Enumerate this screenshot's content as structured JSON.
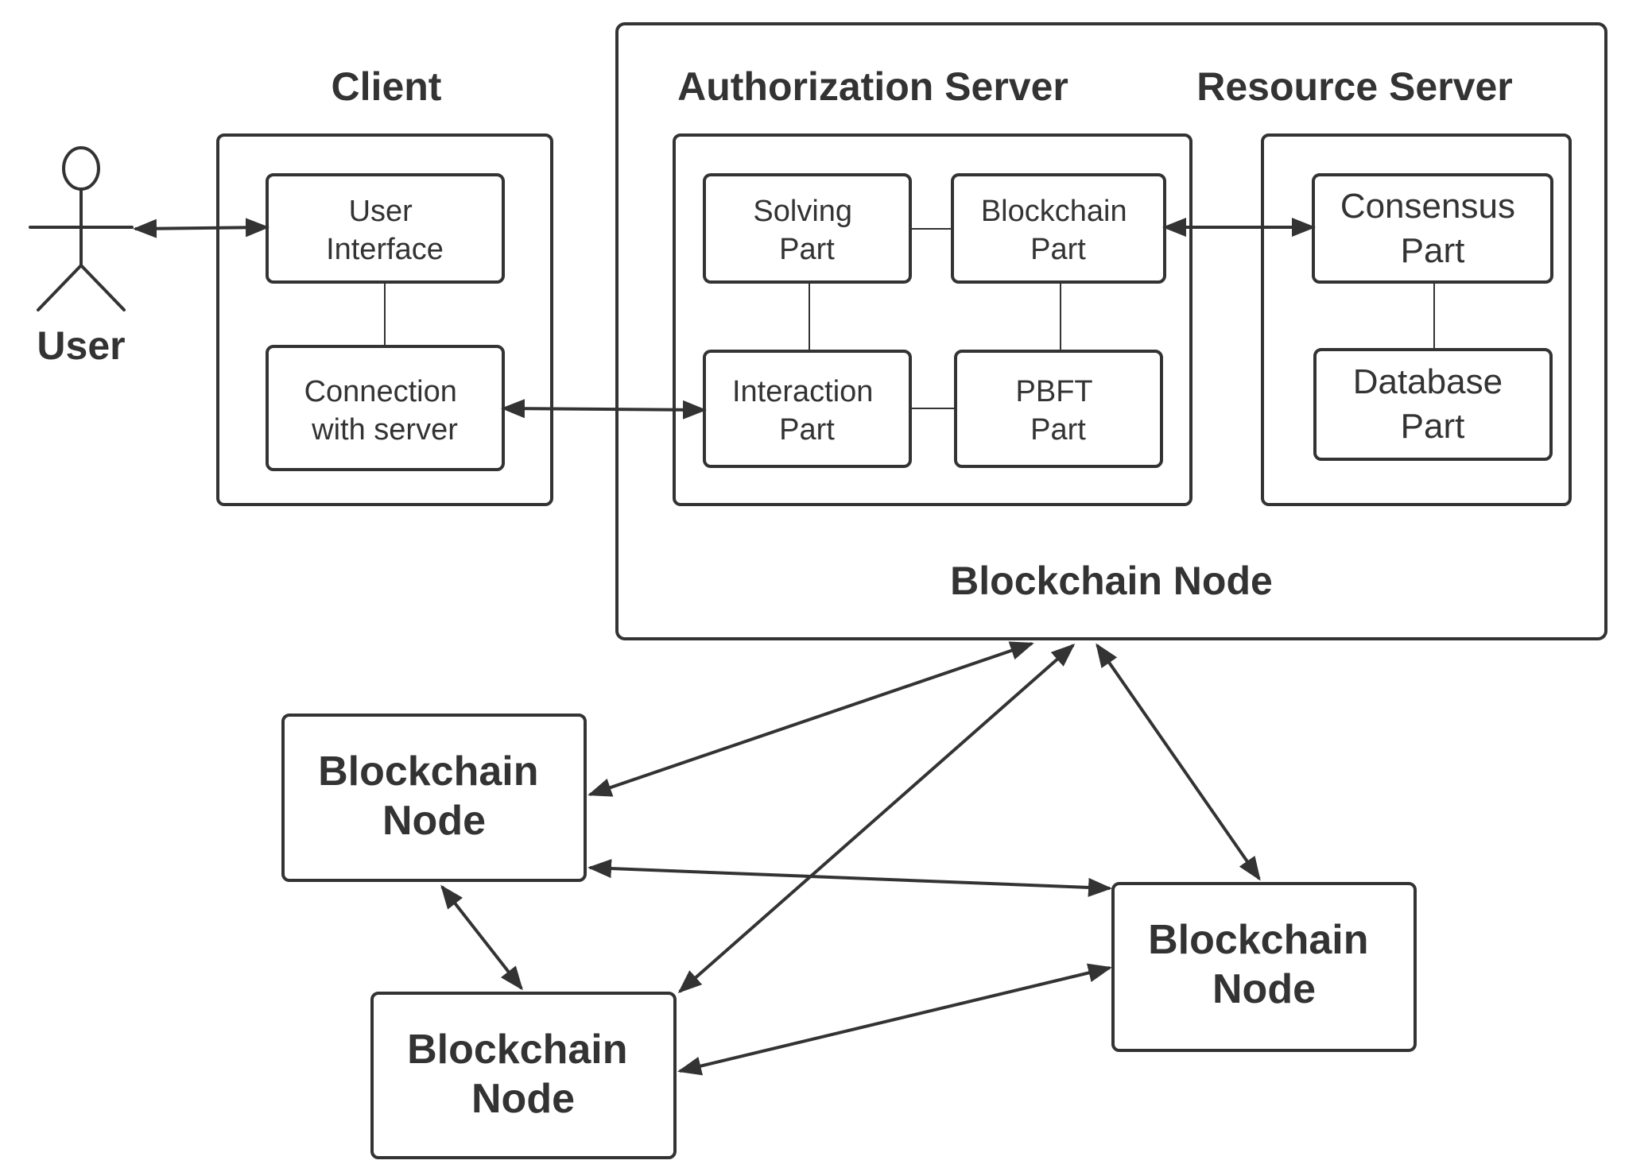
{
  "actor": {
    "label": "User"
  },
  "client": {
    "title": "Client",
    "user_interface": [
      "User",
      "Interface"
    ],
    "connection": [
      "Connection",
      "with server"
    ]
  },
  "authorization_server": {
    "title": "Authorization Server",
    "solving": [
      "Solving",
      "Part"
    ],
    "blockchain": [
      "Blockchain",
      "Part"
    ],
    "interaction": [
      "Interaction",
      "Part"
    ],
    "pbft": [
      "PBFT",
      "Part"
    ]
  },
  "resource_server": {
    "title": "Resource Server",
    "consensus": [
      "Consensus",
      "Part"
    ],
    "database": [
      "Database",
      "Part"
    ]
  },
  "main_node": {
    "label": "Blockchain Node"
  },
  "peer_nodes": [
    [
      "Blockchain",
      "Node"
    ],
    [
      "Blockchain",
      "Node"
    ],
    [
      "Blockchain",
      "Node"
    ]
  ],
  "colors": {
    "stroke": "#333333",
    "background": "#ffffff"
  }
}
